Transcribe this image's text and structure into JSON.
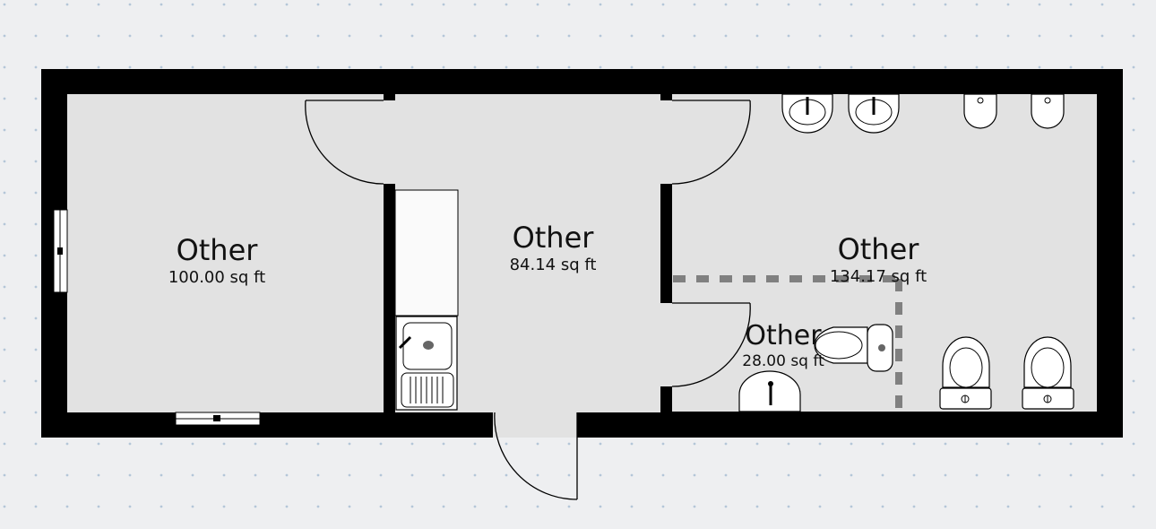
{
  "rooms": [
    {
      "name": "Other",
      "area": "100.00 sq ft"
    },
    {
      "name": "Other",
      "area": "84.14 sq ft"
    },
    {
      "name": "Other",
      "area": "134.17 sq ft"
    },
    {
      "name": "Other",
      "area": "28.00 sq ft"
    }
  ],
  "colors": {
    "background": "#eeeff1",
    "floor": "#e2e2e2",
    "wall": "#000000",
    "dashed_boundary": "#808080",
    "grid_dot": "#b4c6d8"
  },
  "icons": [
    "sink-icon",
    "toilet-icon",
    "urinal-icon",
    "kitchen-sink-icon",
    "door-swing-icon",
    "window-icon"
  ]
}
